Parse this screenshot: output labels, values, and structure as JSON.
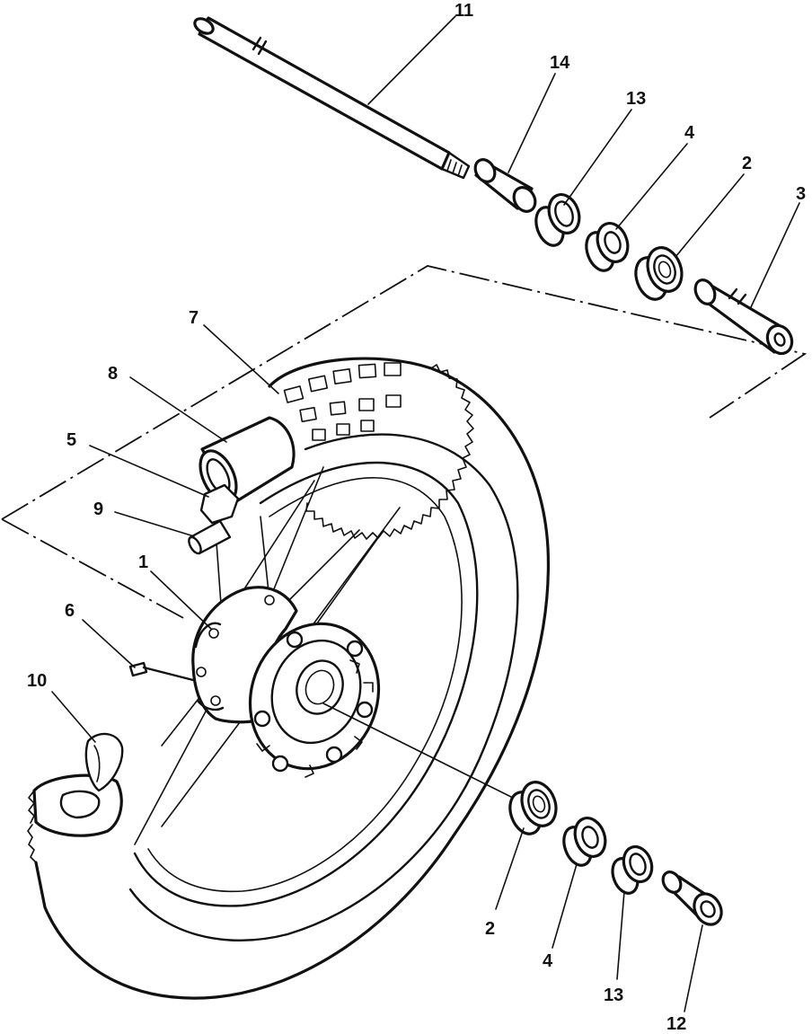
{
  "callouts": [
    {
      "id": "c1",
      "label": "1"
    },
    {
      "id": "c2a",
      "label": "2"
    },
    {
      "id": "c2b",
      "label": "2"
    },
    {
      "id": "c3",
      "label": "3"
    },
    {
      "id": "c4a",
      "label": "4"
    },
    {
      "id": "c4b",
      "label": "4"
    },
    {
      "id": "c5",
      "label": "5"
    },
    {
      "id": "c6",
      "label": "6"
    },
    {
      "id": "c7",
      "label": "7"
    },
    {
      "id": "c8",
      "label": "8"
    },
    {
      "id": "c9",
      "label": "9"
    },
    {
      "id": "c10",
      "label": "10"
    },
    {
      "id": "c11",
      "label": "11"
    },
    {
      "id": "c12",
      "label": "12"
    },
    {
      "id": "c13a",
      "label": "13"
    },
    {
      "id": "c13b",
      "label": "13"
    },
    {
      "id": "c14",
      "label": "14"
    }
  ],
  "colors": {
    "ink": "#111111",
    "paper": "#ffffff"
  }
}
